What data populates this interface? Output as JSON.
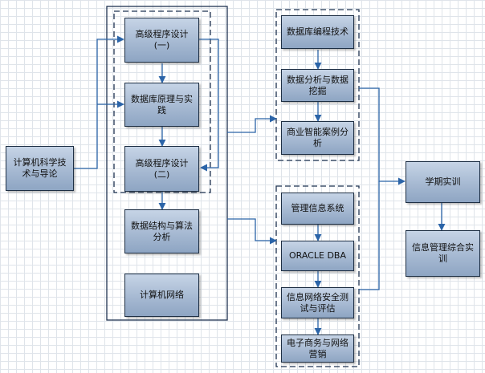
{
  "nodes": {
    "intro": "计算机科学技术与导论",
    "adv_prog_1": "高级程序设计(一)",
    "db_principles": "数据库原理与实践",
    "adv_prog_2": "高级程序设计(二)",
    "data_structures": "数据结构与算法分析",
    "networks": "计算机网络",
    "db_programming": "数据库编程技术",
    "data_mining": "数据分析与数据挖掘",
    "business_intel": "商业智能案例分析",
    "mis": "管理信息系统",
    "oracle_dba": "ORACLE DBA",
    "security_eval": "信息网络安全测试与评估",
    "ecommerce": "电子商务与网络营销",
    "semester_practice": "学期实训",
    "info_mgmt_practice": "信息管理综合实训"
  },
  "colors": {
    "edge": "#2b64a8",
    "group_border": "#1f3350"
  }
}
